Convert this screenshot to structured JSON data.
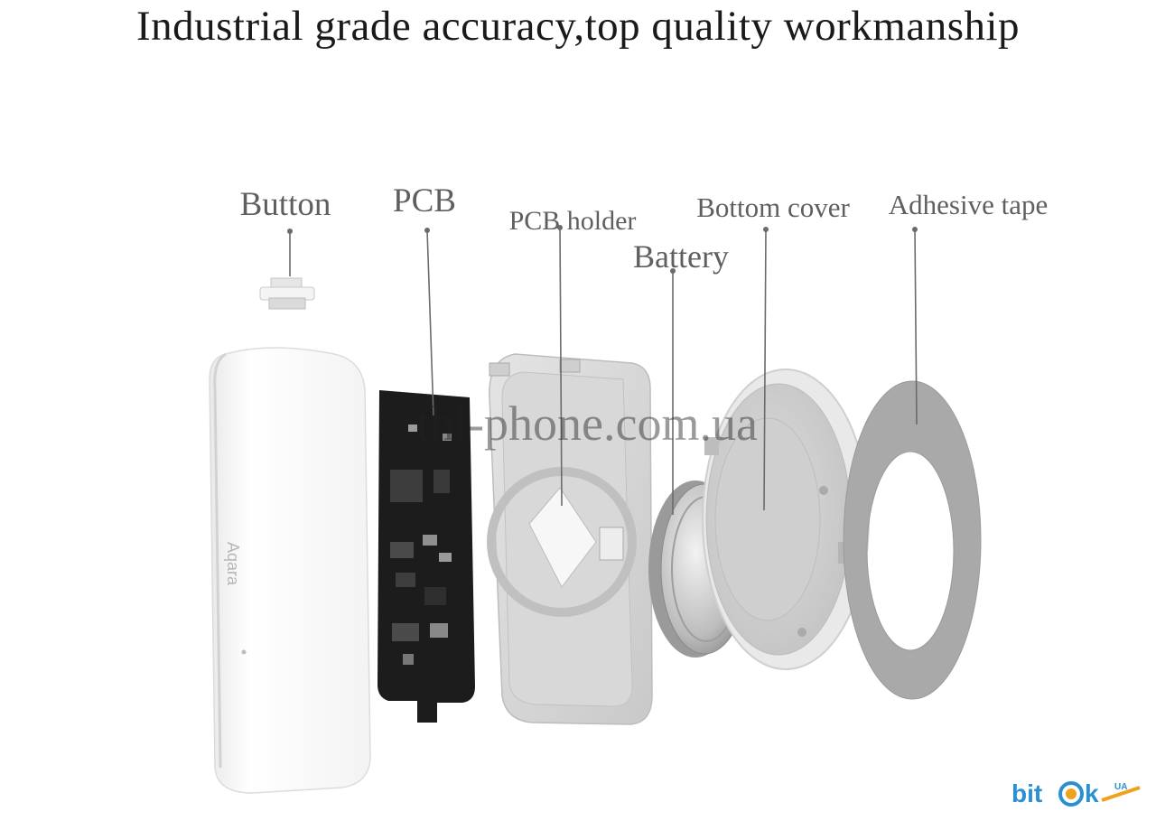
{
  "title": "Industrial grade accuracy,top quality workmanship",
  "labels": {
    "button": "Button",
    "pcb": "PCB",
    "pcb_holder": "PCB holder",
    "battery": "Battery",
    "bottom_cover": "Bottom cover",
    "adhesive_tape": "Adhesive tape"
  },
  "device_mark": "Aqara",
  "watermark": "thl-phone.com.ua",
  "logo": {
    "a": "bit",
    "b": "k",
    "sub": "UA"
  },
  "colors": {
    "leader_line": "#6b6b6b",
    "pcb_board": "#1c1c1c",
    "logo_blue": "#2a8fd4",
    "logo_orange": "#f0a11e"
  }
}
